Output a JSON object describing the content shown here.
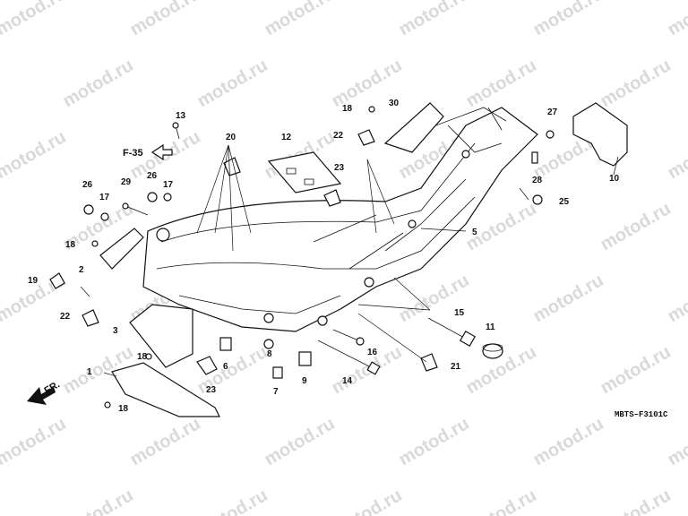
{
  "watermark": {
    "text": "motod.ru"
  },
  "reference": {
    "label": "F-35"
  },
  "direction": {
    "label": "FR."
  },
  "diagram_code": "MBTS–F3101C",
  "callouts": {
    "c1": "1",
    "c2": "2",
    "c3": "3",
    "c5": "5",
    "c6": "6",
    "c7": "7",
    "c8": "8",
    "c9": "9",
    "c10": "10",
    "c11": "11",
    "c12": "12",
    "c13": "13",
    "c14": "14",
    "c15": "15",
    "c16": "16",
    "c17a": "17",
    "c17b": "17",
    "c18a": "18",
    "c18b": "18",
    "c18c": "18",
    "c18d": "18",
    "c19": "19",
    "c20": "20",
    "c21": "21",
    "c22a": "22",
    "c22b": "22",
    "c23a": "23",
    "c23b": "23",
    "c25": "25",
    "c26a": "26",
    "c26b": "26",
    "c27": "27",
    "c28": "28",
    "c29": "29",
    "c30": "30"
  },
  "colors": {
    "line": "#111111",
    "watermark": "#d9d9d9",
    "background": "#ffffff"
  }
}
